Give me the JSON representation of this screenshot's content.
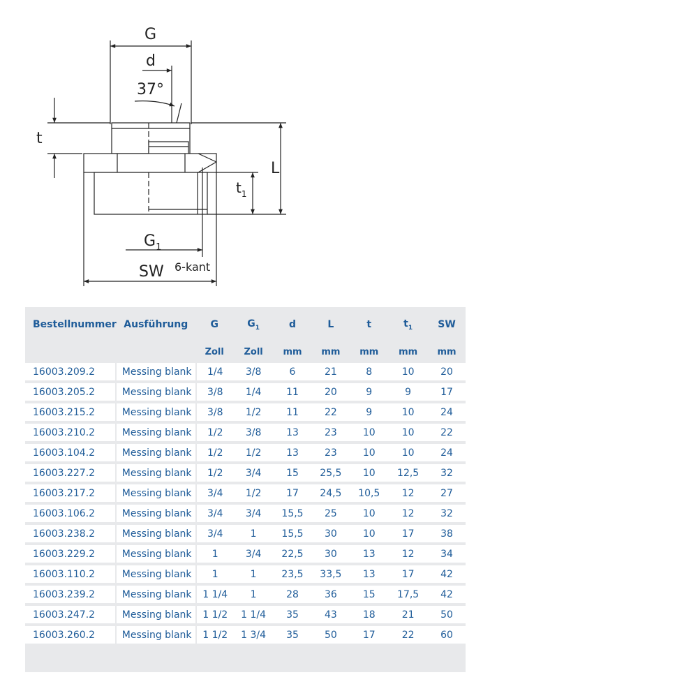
{
  "drawing": {
    "labels": {
      "G": "G",
      "d": "d",
      "angle": "37°",
      "t": "t",
      "t1": "t",
      "t1_sub": "1",
      "L": "L",
      "G1": "G",
      "G1_sub": "1",
      "SW": "SW",
      "hex_note": "6-kant"
    }
  },
  "table": {
    "headers": [
      {
        "label": "Bestellnummer",
        "sub": "",
        "unit": ""
      },
      {
        "label": "Ausführung",
        "sub": "",
        "unit": ""
      },
      {
        "label": "G",
        "sub": "",
        "unit": "Zoll"
      },
      {
        "label": "G",
        "sub": "1",
        "unit": "Zoll"
      },
      {
        "label": "d",
        "sub": "",
        "unit": "mm"
      },
      {
        "label": "L",
        "sub": "",
        "unit": "mm"
      },
      {
        "label": "t",
        "sub": "",
        "unit": "mm"
      },
      {
        "label": "t",
        "sub": "1",
        "unit": "mm"
      },
      {
        "label": "SW",
        "sub": "",
        "unit": "mm"
      }
    ],
    "rows": [
      [
        "16003.209.2",
        "Messing blank",
        "1/4",
        "3/8",
        "6",
        "21",
        "8",
        "10",
        "20"
      ],
      [
        "16003.205.2",
        "Messing blank",
        "3/8",
        "1/4",
        "11",
        "20",
        "9",
        "9",
        "17"
      ],
      [
        "16003.215.2",
        "Messing blank",
        "3/8",
        "1/2",
        "11",
        "22",
        "9",
        "10",
        "24"
      ],
      [
        "16003.210.2",
        "Messing blank",
        "1/2",
        "3/8",
        "13",
        "23",
        "10",
        "10",
        "22"
      ],
      [
        "16003.104.2",
        "Messing blank",
        "1/2",
        "1/2",
        "13",
        "23",
        "10",
        "10",
        "24"
      ],
      [
        "16003.227.2",
        "Messing blank",
        "1/2",
        "3/4",
        "15",
        "25,5",
        "10",
        "12,5",
        "32"
      ],
      [
        "16003.217.2",
        "Messing blank",
        "3/4",
        "1/2",
        "17",
        "24,5",
        "10,5",
        "12",
        "27"
      ],
      [
        "16003.106.2",
        "Messing blank",
        "3/4",
        "3/4",
        "15,5",
        "25",
        "10",
        "12",
        "32"
      ],
      [
        "16003.238.2",
        "Messing blank",
        "3/4",
        "1",
        "15,5",
        "30",
        "10",
        "17",
        "38"
      ],
      [
        "16003.229.2",
        "Messing blank",
        "1",
        "3/4",
        "22,5",
        "30",
        "13",
        "12",
        "34"
      ],
      [
        "16003.110.2",
        "Messing blank",
        "1",
        "1",
        "23,5",
        "33,5",
        "13",
        "17",
        "42"
      ],
      [
        "16003.239.2",
        "Messing blank",
        "1 1/4",
        "1",
        "28",
        "36",
        "15",
        "17,5",
        "42"
      ],
      [
        "16003.247.2",
        "Messing blank",
        "1 1/2",
        "1 1/4",
        "35",
        "43",
        "18",
        "21",
        "50"
      ],
      [
        "16003.260.2",
        "Messing blank",
        "1 1/2",
        "1 3/4",
        "35",
        "50",
        "17",
        "22",
        "60"
      ]
    ]
  }
}
